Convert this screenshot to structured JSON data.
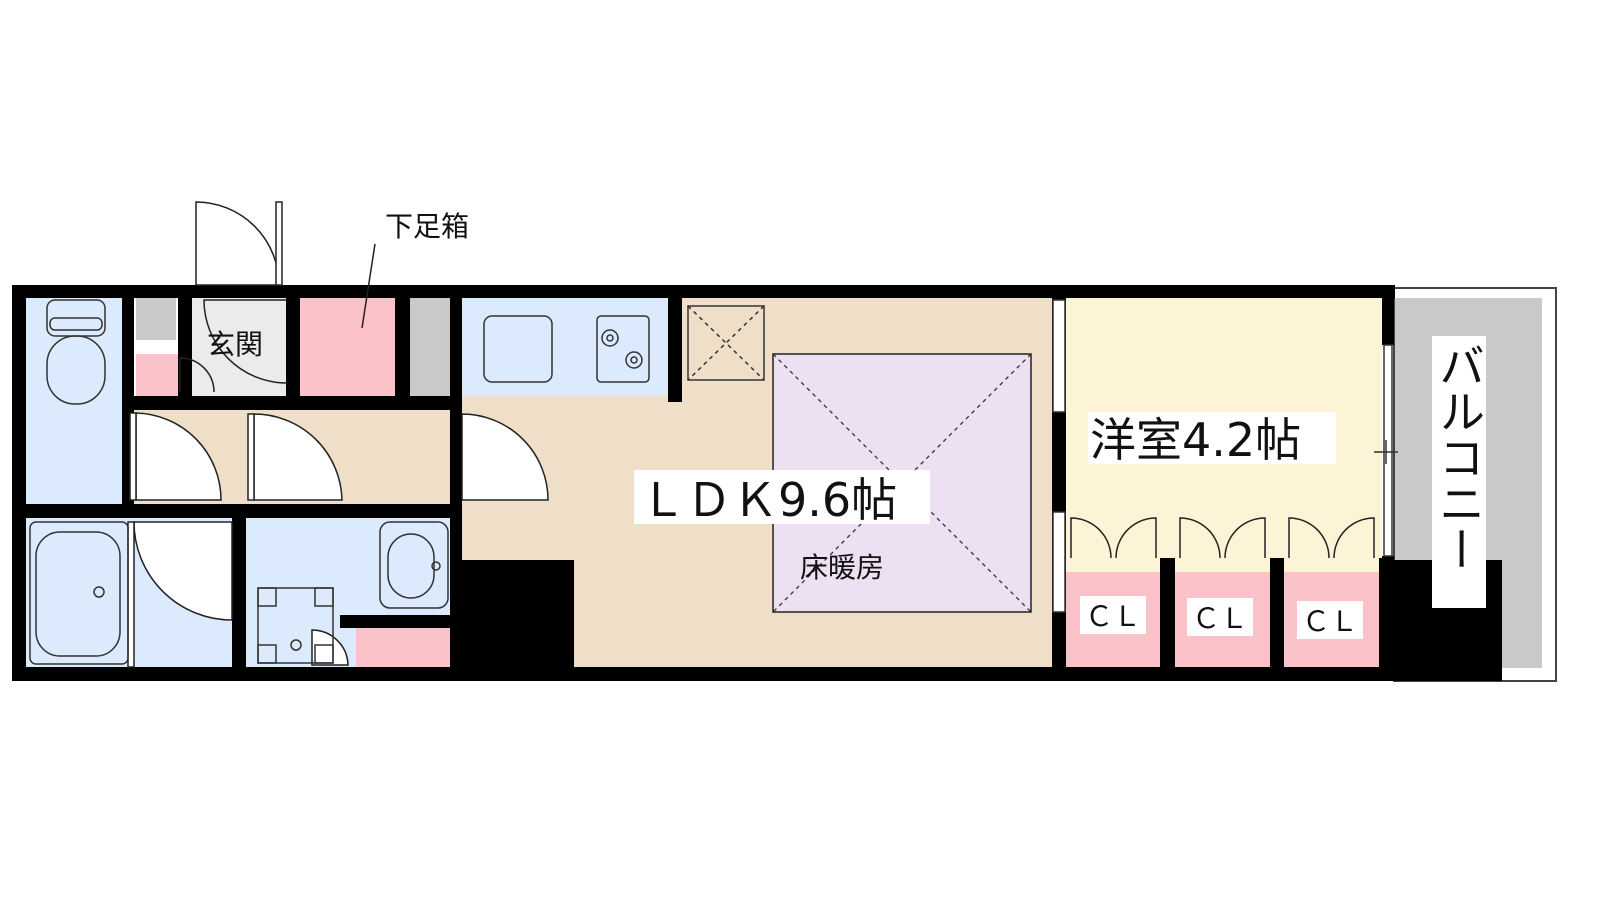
{
  "floorplan": {
    "labels": {
      "shoe_box": "下足箱",
      "entrance": "玄関",
      "ldk": "ＬＤＫ9.6帖",
      "floor_heating": "床暖房",
      "western_room": "洋室4.2帖",
      "balcony": "バルコニー",
      "closet_1": "ＣＬ",
      "closet_2": "ＣＬ",
      "closet_3": "ＣＬ"
    },
    "colors": {
      "wall": "#000000",
      "wet_area": "#dbeafc",
      "ldk_floor": "#efdfc8",
      "floor_heating": "#ede0f2",
      "western_room": "#fdf3d6",
      "storage": "#fbc3c9",
      "balcony": "#c9c9c9",
      "entrance_floor": "#e0e0e0"
    }
  }
}
